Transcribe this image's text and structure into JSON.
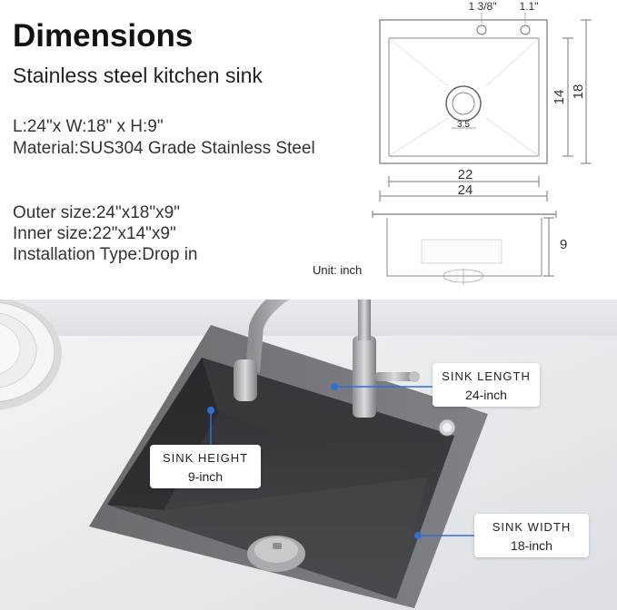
{
  "header": {
    "title": "Dimensions",
    "subtitle": "Stainless steel kitchen sink"
  },
  "specs": {
    "dimensions": "L:24\"x W:18\" x H:9\"",
    "material": "Material:SUS304 Grade Stainless Steel",
    "outer_size": "Outer size:24\"x18\"x9\"",
    "inner_size": "Inner size:22\"x14\"x9\"",
    "installation": "Installation Type:Drop in"
  },
  "diagram": {
    "top_label_1": "1 3/8\"",
    "top_label_2": "1.1\"",
    "inner_height": "14",
    "outer_height": "18",
    "drain": "3.5",
    "inner_width": "22",
    "outer_width": "24",
    "depth": "9",
    "unit": "Unit: inch"
  },
  "callouts": {
    "length": {
      "title": "SINK LENGTH",
      "value": "24-inch"
    },
    "height": {
      "title": "SINK HEIGHT",
      "value": "9-inch"
    },
    "width": {
      "title": "SINK WIDTH",
      "value": "18-inch"
    }
  },
  "colors": {
    "callout_line": "#2f6fd6",
    "sink": "#5a5a5c",
    "diagram_line": "#666666"
  }
}
